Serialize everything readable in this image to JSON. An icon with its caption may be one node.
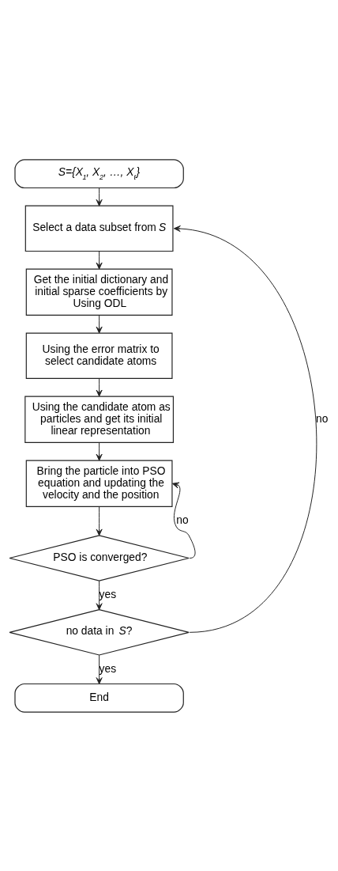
{
  "diagram": {
    "nodes": [
      {
        "text": [
          "S={X$_{1}$, X$_{2}$, …, X$_{t}$}"
        ]
      },
      {
        "text": [
          "Select a data subset from *S*"
        ]
      },
      {
        "text": [
          "Get the initial dictionary and initial sparse coefficients by Using ODL"
        ]
      },
      {
        "text": [
          "Using the error matrix to select candidate atoms"
        ]
      },
      {
        "text": [
          "Using the candidate atom as particles and get its initial linear representation"
        ]
      },
      {
        "text": [
          "Bring the particle into PSO equation and updating the velocity and the position"
        ]
      },
      {
        "text": [
          "PSO is converged?"
        ]
      },
      {
        "text": [
          "no data in *S*?"
        ]
      },
      {
        "text": [
          "End"
        ]
      }
    ],
    "edges": [
      {
        "from": 0,
        "to": 1,
        "arrow": "to"
      },
      {
        "from": 1,
        "to": 2,
        "arrow": "to"
      },
      {
        "from": 2,
        "to": 3,
        "arrow": "to"
      },
      {
        "from": 3,
        "to": 4,
        "arrow": "to"
      },
      {
        "from": 4,
        "to": 5,
        "arrow": "to"
      },
      {
        "from": 5,
        "to": 6,
        "arrow": "to"
      },
      {
        "from": 6,
        "to": 5,
        "arrow": "to",
        "label": "no"
      },
      {
        "from": 6,
        "to": 7,
        "arrow": "to",
        "label": "yes"
      },
      {
        "from": 7,
        "to": 1,
        "arrow": "to",
        "label": "no"
      },
      {
        "from": 7,
        "to": 8,
        "arrow": "to",
        "label": "yes"
      }
    ]
  }
}
